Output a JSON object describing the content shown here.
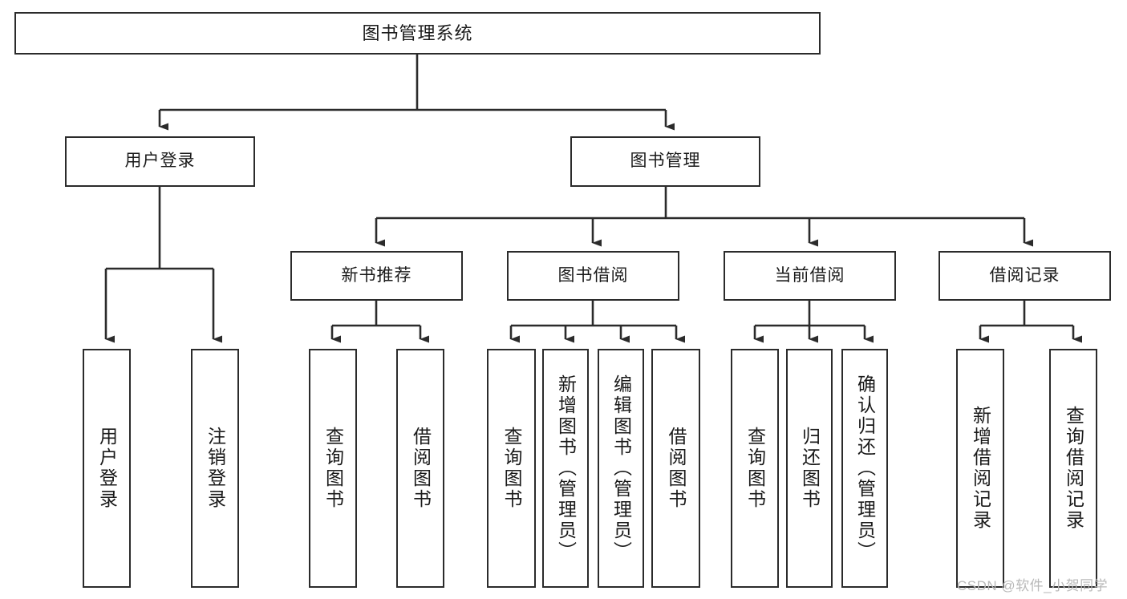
{
  "diagram": {
    "title": "图书管理系统",
    "type": "tree-structure-chart",
    "root": {
      "label": "图书管理系统"
    },
    "level2": [
      {
        "label": "用户登录"
      },
      {
        "label": "图书管理"
      }
    ],
    "level3": [
      {
        "label": "新书推荐"
      },
      {
        "label": "图书借阅"
      },
      {
        "label": "当前借阅"
      },
      {
        "label": "借阅记录"
      }
    ],
    "leaves": {
      "user_login": [
        {
          "label": "用户登录"
        },
        {
          "label": "注销登录"
        }
      ],
      "new_book": [
        {
          "label": "查询图书"
        },
        {
          "label": "借阅图书"
        }
      ],
      "borrow_book": [
        {
          "label": "查询图书"
        },
        {
          "label": "新增图书（管理员）"
        },
        {
          "label": "编辑图书（管理员）"
        },
        {
          "label": "借阅图书"
        }
      ],
      "current_borrow": [
        {
          "label": "查询图书"
        },
        {
          "label": "归还图书"
        },
        {
          "label": "确认归还（管理员）"
        }
      ],
      "borrow_record": [
        {
          "label": "新增借阅记录"
        },
        {
          "label": "查询借阅记录"
        }
      ]
    },
    "watermark": "CSDN @软件_小贺同学",
    "colors": {
      "stroke": "#2b2b2b",
      "fill": "#ffffff",
      "text": "#1a1a1a",
      "watermark": "#b9b9b9"
    }
  }
}
